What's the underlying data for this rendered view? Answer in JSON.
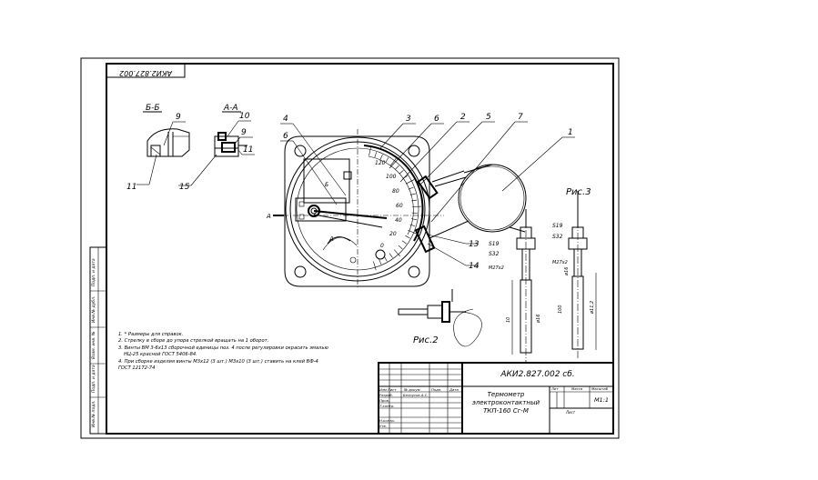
{
  "stamp": {
    "code_inverted": "АКИ2.827.002",
    "code": "АКИ2.827.002 сб.",
    "name_lines": [
      "Термометр",
      "электроконтактный",
      "ТКП-160 Сг-М"
    ],
    "scale": "М1:1",
    "hdr_lit": "Лит",
    "hdr_mass": "Масса",
    "hdr_scale": "Масштаб",
    "sheet": "Лист",
    "row_labels": [
      "Изм Лист",
      "Разраб.",
      "Пров.",
      "Т.контр.",
      "Н.контр.",
      "Утв."
    ],
    "col_labels": [
      "№ докум.",
      "Подп.",
      "Дата"
    ],
    "developer": "Белоусов А.С."
  },
  "notes": [
    "1. * Размеры для справок.",
    "2. Стрелку в сборе до упора стрелкой вращать на 1 оборот.",
    "3. Винты ВМ 3-6х13 сборочной единицы поз. 4 после регулировки окрасить эмалью",
    "НЦ-25 красной ГОСТ 5406-84.",
    "4. При сборке изделия винты М3х12 (3 шт.) М3х10 (3 шт.) ставить на клей ВФ-4",
    "ГОСТ 12172-74"
  ],
  "section_labels": {
    "bb": "Б-Б",
    "aa": "А-А",
    "a_left": "А",
    "a_bottom": "А",
    "b_mark": "Б"
  },
  "fig_labels": {
    "fig2": "Рис.2",
    "fig3": "Рис.3"
  },
  "callouts": [
    "1",
    "2",
    "3",
    "4",
    "5",
    "6",
    "6",
    "7",
    "9",
    "9",
    "10",
    "11",
    "11",
    "13",
    "14",
    "15"
  ],
  "dims": [
    "S19",
    "S32",
    "S19",
    "S32",
    "M27x2",
    "M27x2",
    "10",
    "ø16",
    "ø16",
    "100",
    "ø11,2"
  ],
  "side_strip": [
    "Инв.№ подл.",
    "Подп. и дата",
    "Взам. инв. №",
    "Инв.№ дубл.",
    "Подп. и дата"
  ],
  "dial_numbers": [
    "120",
    "100",
    "80",
    "60",
    "40",
    "20",
    "0"
  ]
}
